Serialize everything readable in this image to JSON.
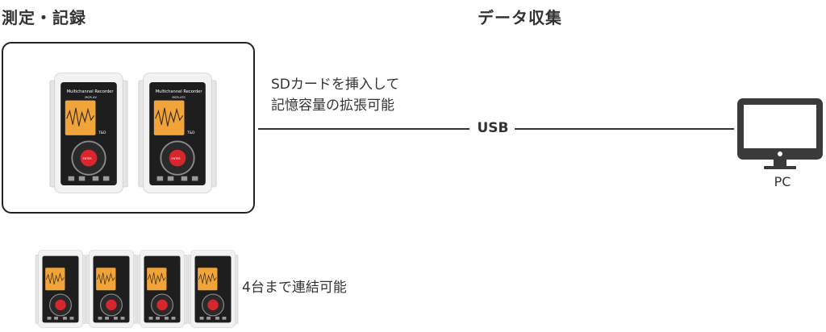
{
  "sections": {
    "left_title": "測定・記録",
    "right_title": "データ収集"
  },
  "captions": {
    "sd_card_line1": "SDカードを挿入して",
    "sd_card_line2": "記憶容量の拡張可能",
    "chain": "4台まで連結可能"
  },
  "connection": {
    "label": "USB"
  },
  "pc": {
    "label": "PC"
  },
  "devices": {
    "brand": "T&D",
    "model_line": "Multichannel Recorder",
    "model_a": "MCR-4V",
    "model_b": "MCR-4TC",
    "enter_label": "ENTER"
  },
  "colors": {
    "text": "#333333",
    "frame": "#222222",
    "device_shell": "#f2f2f2",
    "device_panel": "#1e1e1e",
    "screen": "#f0a43a",
    "enter_button": "#d8262e",
    "monitor": "#3a3a3a"
  }
}
